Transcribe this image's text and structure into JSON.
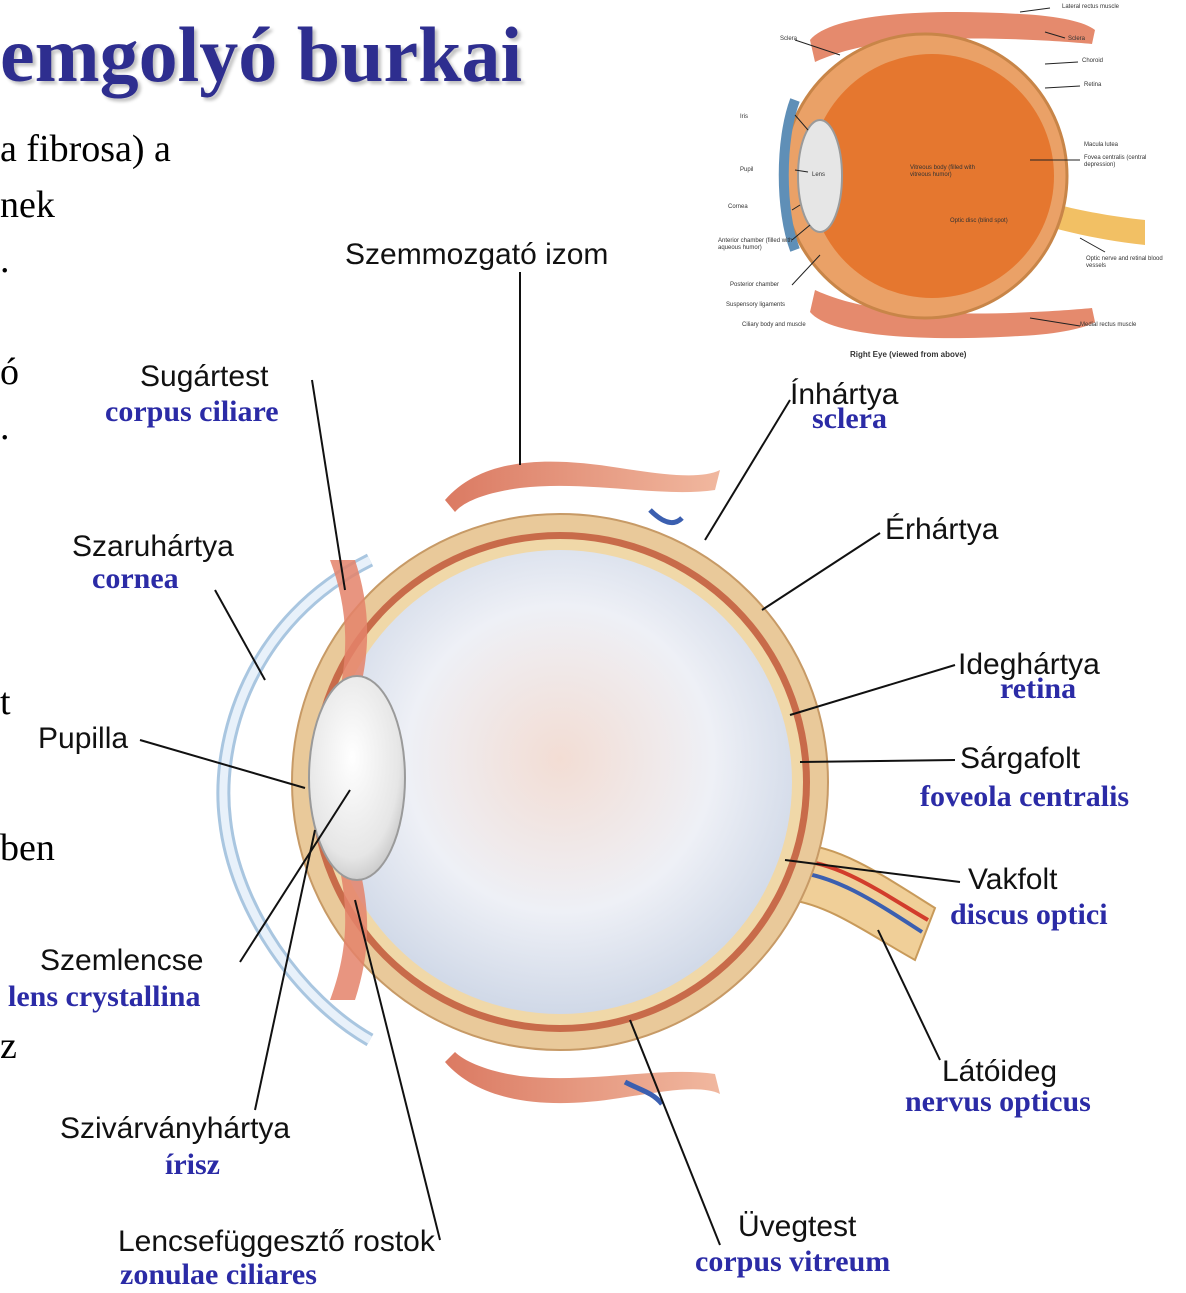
{
  "title": "emgolyó burkai",
  "body_fragments": [
    "a fibrosa) a",
    "nek",
    ".",
    "ó",
    ".",
    "t",
    "ben",
    "z"
  ],
  "main_labels": {
    "extraocular_muscle": "Szemmozgató izom",
    "ciliary_body": {
      "hu": "Sugártest",
      "la": "corpus ciliare"
    },
    "sclera": {
      "hu": "Ínhártya",
      "la": "sclera"
    },
    "cornea": {
      "hu": "Szaruhártya",
      "la": "cornea"
    },
    "choroid": "Érhártya",
    "retina": {
      "hu": "Ideghártya",
      "la": "retina"
    },
    "pupil": "Pupilla",
    "macula": {
      "hu": "Sárgafolt",
      "la": "foveola centralis"
    },
    "blind_spot": {
      "hu": "Vakfolt",
      "la": "discus optici"
    },
    "lens": {
      "hu": "Szemlencse",
      "la": "lens crystallina"
    },
    "optic_nerve": {
      "hu": "Látóideg",
      "la": "nervus opticus"
    },
    "iris": {
      "hu": "Szivárványhártya",
      "la": "írisz"
    },
    "zonules": {
      "hu": "Lencsefüggesztő rostok",
      "la": "zonulae ciliares"
    },
    "vitreous": {
      "hu": "Üvegtest",
      "la": "corpus vitreum"
    }
  },
  "inset": {
    "caption": "Right Eye (viewed from above)",
    "labels_left": [
      "Sclera",
      "Iris",
      "Pupil",
      "Cornea",
      "Anterior chamber (filled with aqueous humor)",
      "Posterior chamber",
      "Suspensory ligaments",
      "Ciliary body and muscle"
    ],
    "labels_right": [
      "Lateral rectus muscle",
      "Sclera",
      "Choroid",
      "Retina",
      "Macula lutea",
      "Fovea centralis (central depression)",
      "Optic nerve and retinal blood vessels",
      "Medial rectus muscle"
    ],
    "labels_inner": [
      "Lens",
      "Vitreous body (filled with vitreous humor)",
      "Optic disc (blind spot)"
    ]
  },
  "colors": {
    "title": "#2e2e8f",
    "latin": "#2b2ba6"
  }
}
